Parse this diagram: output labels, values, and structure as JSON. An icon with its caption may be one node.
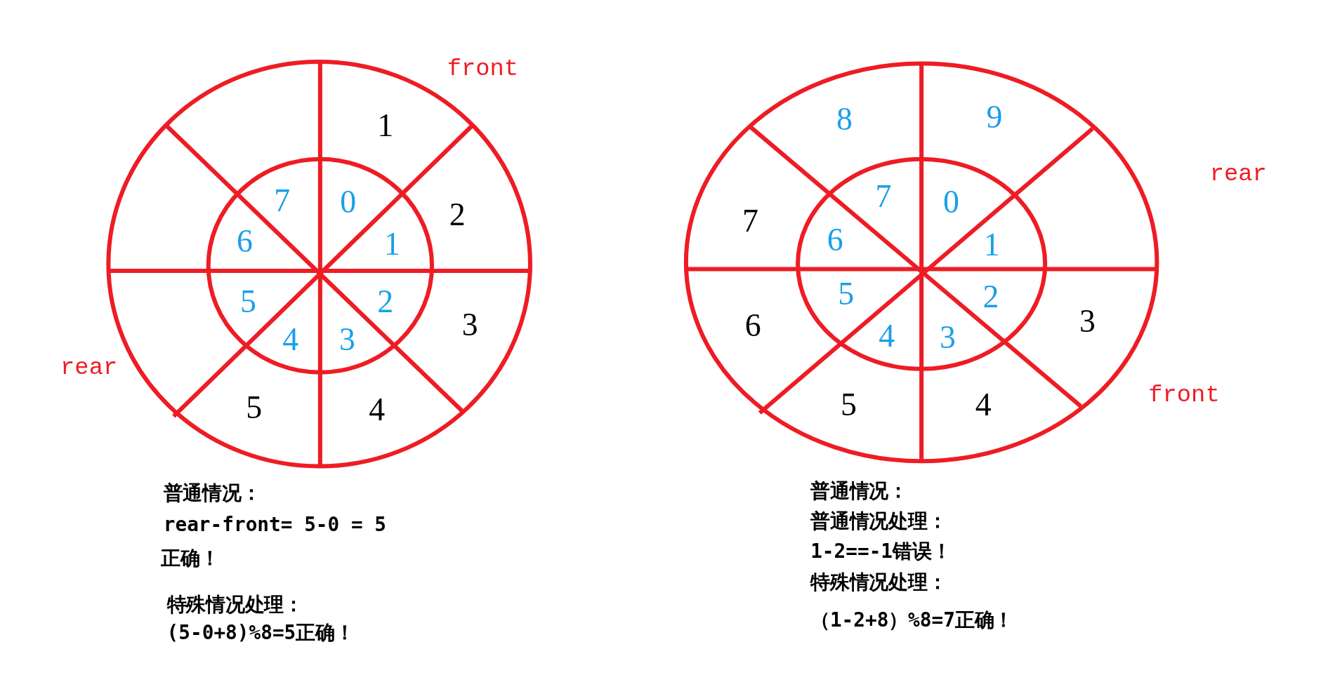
{
  "diagram": {
    "labels": [
      "front",
      "1",
      "2",
      "7",
      "0",
      "6",
      "1",
      "5",
      "2",
      "4",
      "3",
      "3",
      "rear",
      "5",
      "4",
      "8",
      "9",
      "rear",
      "7",
      "0",
      "7",
      "6",
      "1",
      "5",
      "2",
      "6",
      "3",
      "4",
      "3",
      "front",
      "5",
      "4",
      "普通情况：",
      "rear-front= 5-0 = 5",
      "正确！",
      "特殊情况处理：",
      "(5-0+8)%8=5正确！",
      "普通情况：",
      "普通情况处理：",
      "1-2==-1错误！",
      "特殊情况处理：",
      "（1-2+8）%8=7正确！"
    ]
  }
}
